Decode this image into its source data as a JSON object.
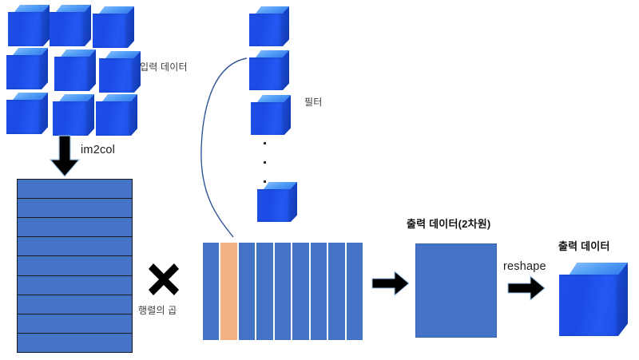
{
  "diagram": {
    "title": "im2col convolution diagram",
    "labels": {
      "input_data": "입력 데이터",
      "im2col": "im2col",
      "filter": "필터",
      "matrix_product": "행렬의 곱",
      "output_data_2d": "출력 데이터(2차원)",
      "reshape": "reshape",
      "output_data": "출력 데이터",
      "ellipsis": "⋮"
    },
    "colors": {
      "cube_front": "#1f4fe8",
      "cube_top": "#4a8df2",
      "cube_side": "#123bb9",
      "matrix_fill": "#4472c4",
      "matrix_border": "#1a1a1a",
      "highlight_column": "#f2b183",
      "arrow": "#000000",
      "connector_line": "#2f5597",
      "background": "#ffffff",
      "label_text": "#3b3b3b"
    },
    "input_grid": {
      "name": "input-data-cube-grid",
      "rows": 3,
      "cols": 3,
      "count": 9
    },
    "im2col_matrix": {
      "name": "im2col-row-matrix",
      "row_count": 9,
      "orientation": "horizontal-rows"
    },
    "filter_stack": {
      "name": "filter-cube-stack",
      "visible_cubes": 4,
      "has_ellipsis": true,
      "ellipsis_dots": 3
    },
    "filter_matrix": {
      "name": "filter-column-matrix",
      "column_count": 9,
      "highlighted_column_index": 1,
      "orientation": "vertical-columns"
    },
    "output_2d": {
      "name": "output-2d-matrix",
      "shape": "rectangle"
    },
    "output_cube": {
      "name": "output-data-cube",
      "shape": "cube"
    }
  }
}
